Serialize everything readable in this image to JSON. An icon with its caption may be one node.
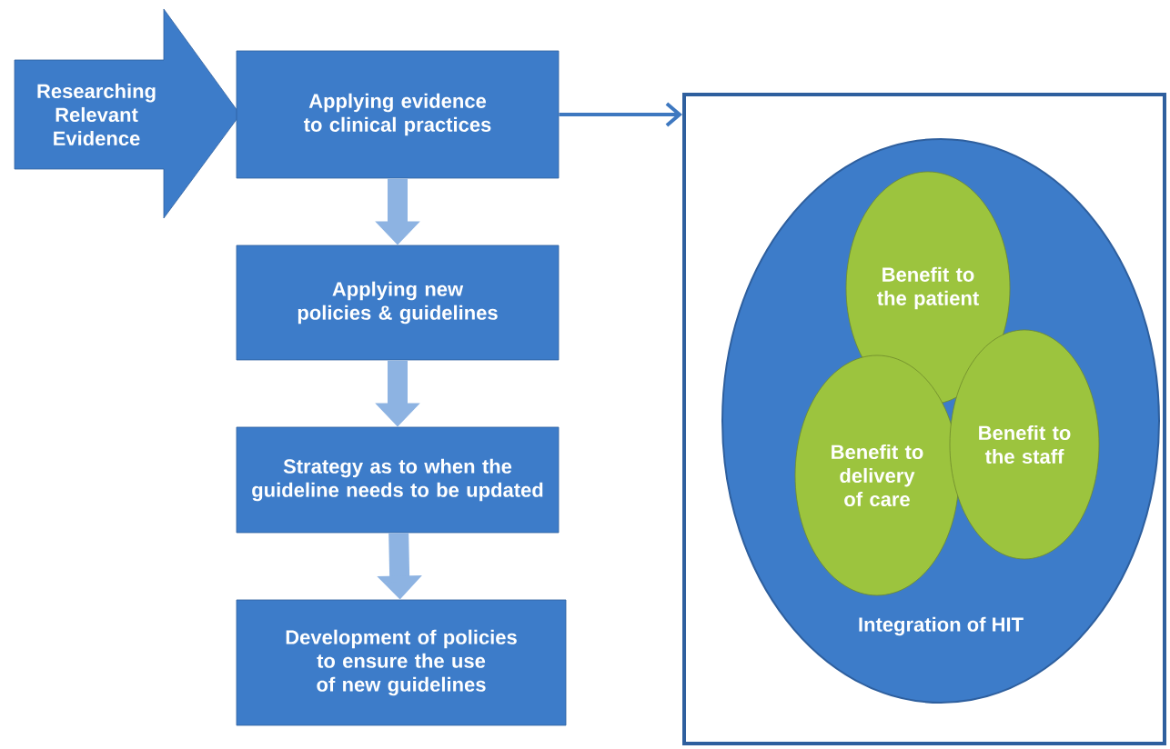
{
  "diagram": {
    "nodes": [
      {
        "text": [
          "Researching Relevant Evidence"
        ]
      },
      {
        "text": [
          "Applying evidence to clinical practices"
        ]
      },
      {
        "text": [
          "Applying new policies & guidelines"
        ]
      },
      {
        "text": [
          "Strategy as to when the guideline needs to be updated"
        ]
      },
      {
        "text": [
          "Development of policies to ensure the use of new guidelines"
        ]
      },
      {
        "text": [],
        "shape": "box"
      },
      {
        "text": [
          "Integration of HIT"
        ],
        "in": 5
      },
      {
        "text": [
          "Benefit to the patient"
        ],
        "in": 6
      },
      {
        "text": [
          "Benefit to delivery of care"
        ],
        "in": 6
      },
      {
        "text": [
          "Benefit to the staff"
        ],
        "in": 6
      }
    ],
    "edges": [
      {
        "from": 1,
        "to": 2,
        "arrow": "to"
      },
      {
        "from": 2,
        "to": 3,
        "arrow": "to"
      },
      {
        "from": 3,
        "to": 4,
        "arrow": "to"
      },
      {
        "from": 1,
        "to": 5,
        "arrow": "to",
        "color": "#3e78c0"
      }
    ]
  }
}
